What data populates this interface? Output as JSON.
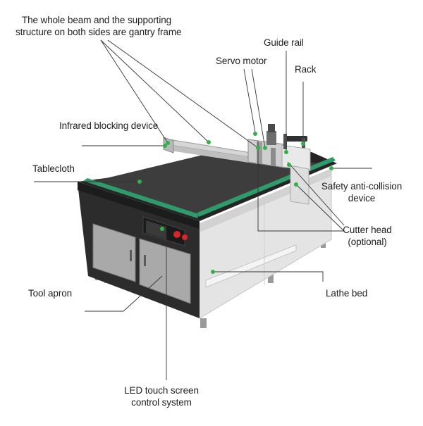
{
  "labels": {
    "gantry_line1": "The whole beam and the supporting",
    "gantry_line2": "structure on both sides are gantry frame",
    "guide_rail": "Guide rail",
    "servo_motor": "Servo motor",
    "rack": "Rack",
    "infrared": "Infrared blocking device",
    "tablecloth": "Tablecloth",
    "safety_line1": "Safety anti-collision",
    "safety_line2": "device",
    "cutter_line1": "Cutter head",
    "cutter_line2": "(optional)",
    "tool_apron": "Tool apron",
    "lathe_bed": "Lathe bed",
    "led_line1": "LED touch screen",
    "led_line2": "control system"
  },
  "colors": {
    "accent_green": "#2f9a6a",
    "dot_green": "#33b04a",
    "frame_dark": "#2a2a2a",
    "body_light": "#e6e6e6",
    "leader_line": "#333333",
    "red_button": "#d8262c"
  }
}
